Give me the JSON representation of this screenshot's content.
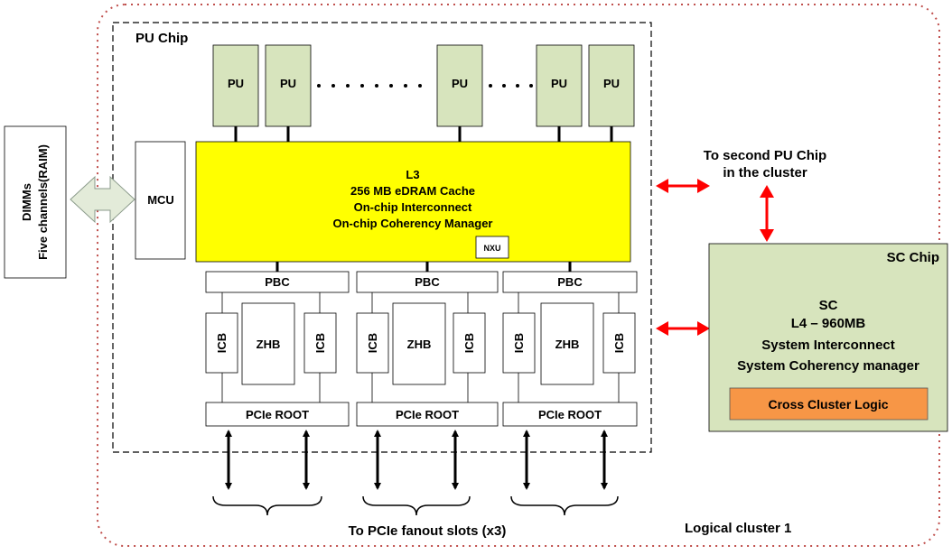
{
  "diagram": {
    "cluster_label": "Logical cluster 1",
    "pu_chip": {
      "title": "PU Chip",
      "pu_labels": [
        "PU",
        "PU",
        "PU",
        "PU",
        "PU"
      ],
      "mcu_label": "MCU",
      "l3_lines": [
        "L3",
        "256 MB eDRAM Cache",
        "On-chip Interconnect",
        "On-chip Coherency Manager"
      ],
      "nxu_label": "NXU",
      "io_groups": [
        {
          "pbc": "PBC",
          "icb_left": "ICB",
          "zhb": "ZHB",
          "icb_right": "ICB",
          "pcie": "PCIe ROOT"
        },
        {
          "pbc": "PBC",
          "icb_left": "ICB",
          "zhb": "ZHB",
          "icb_right": "ICB",
          "pcie": "PCIe ROOT"
        },
        {
          "pbc": "PBC",
          "icb_left": "ICB",
          "zhb": "ZHB",
          "icb_right": "ICB",
          "pcie": "PCIe ROOT"
        }
      ]
    },
    "dimms_lines": [
      "DIMMs",
      "Five channels(RAIM)"
    ],
    "second_pu_lines": [
      "To second PU Chip",
      "in the cluster"
    ],
    "sc_chip": {
      "title": "SC Chip",
      "lines": [
        "SC",
        "L4 – 960MB",
        "System Interconnect",
        "System Coherency manager"
      ],
      "cross_cluster_label": "Cross Cluster Logic"
    },
    "pcie_fanout_label": "To PCIe fanout slots (x3)",
    "colors": {
      "pu_fill": "#d7e4bd",
      "l3_fill": "#ffff00",
      "sc_fill": "#d7e4bd",
      "cross_fill": "#f79646",
      "dimm_arrow_fill": "#e3ebd9",
      "cluster_border": "#c0504d",
      "red_arrow": "#ff0000"
    }
  }
}
